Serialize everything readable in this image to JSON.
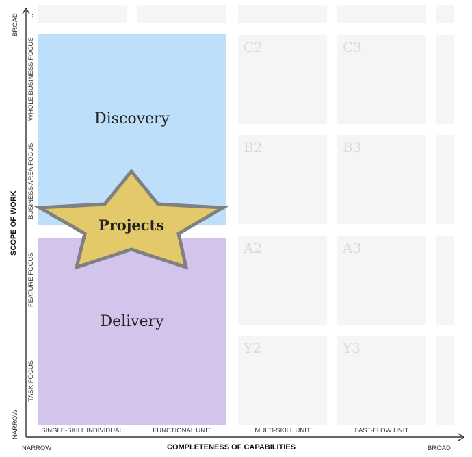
{
  "axes": {
    "x_title": "COMPLETENESS OF CAPABILITIES",
    "y_title": "SCOPE OF WORK",
    "x_start": "NARROW",
    "x_end": "BROAD",
    "y_start": "NARROW",
    "y_end": "BROAD"
  },
  "columns": [
    "SINGLE-SKILL INDIVIDUAL",
    "FUNCTIONAL UNIT",
    "MULTI-SKILL UNIT",
    "FAST-FLOW UNIT",
    "..."
  ],
  "rows": [
    "TASK FOCUS",
    "FEATURE FOCUS",
    "BUSINESS  AREA FOCUS",
    "WHOLE BUSINESS FOCUS",
    "..."
  ],
  "cells": {
    "c2": "C2",
    "c3": "C3",
    "b2": "B2",
    "b3": "B3",
    "a2": "A2",
    "a3": "A3",
    "y2": "Y2",
    "y3": "Y3"
  },
  "regions": {
    "discovery": {
      "label": "Discovery",
      "color": "#bddff9"
    },
    "delivery": {
      "label": "Delivery",
      "color": "#d3c4ec"
    },
    "projects": {
      "label": "Projects",
      "fill": "#e4c96a",
      "stroke": "#808080"
    }
  },
  "colors": {
    "cell": "#f5f5f5",
    "cell_text": "#d9d9d9",
    "axis": "#333333"
  }
}
